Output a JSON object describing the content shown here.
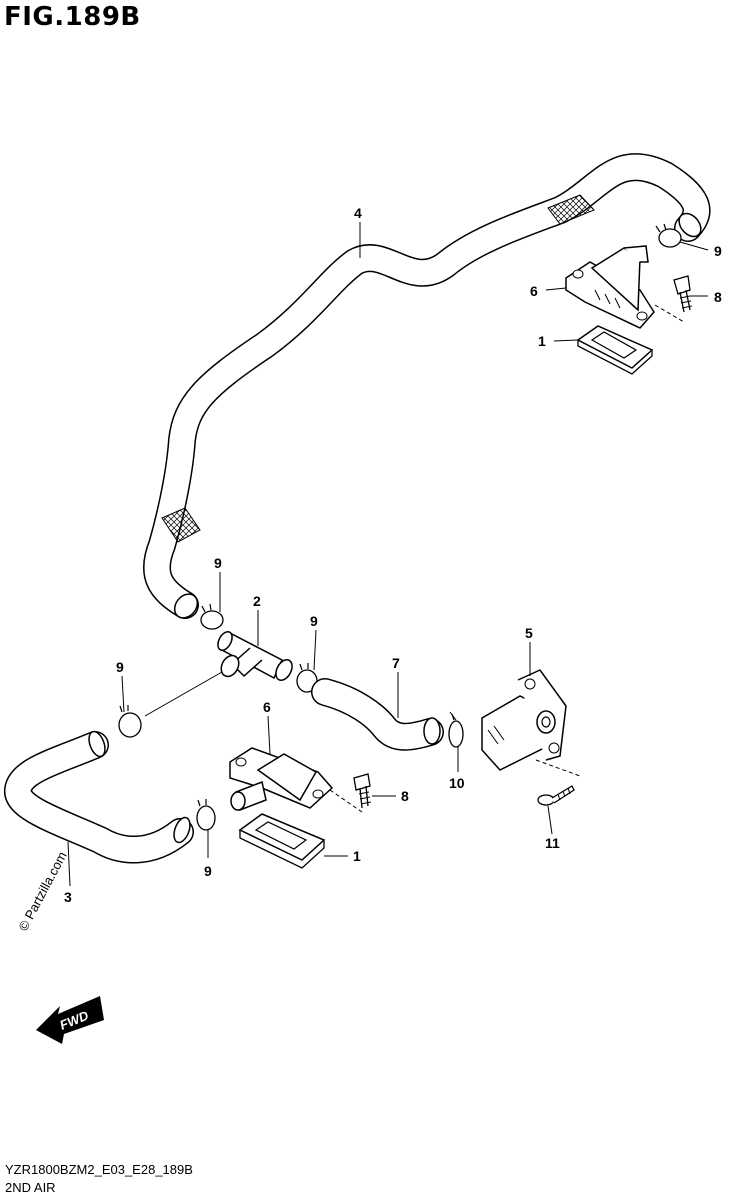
{
  "figure": {
    "title": "FIG.189B"
  },
  "footer": {
    "model_code": "YZR1800BZM2_E03_E28_189B",
    "section_name": "2ND AIR"
  },
  "watermark": "© Partzilla.com",
  "direction_marker": {
    "text": "FWD"
  },
  "callouts": {
    "hose_upper": "4",
    "clamp_upper_right": "9",
    "reed_valve_upper": "6",
    "bolt_upper": "8",
    "gasket_upper": "1",
    "clamp_mid_left": "9",
    "joint": "2",
    "clamp_mid_right": "9",
    "hose_mid": "7",
    "clamp_left": "9",
    "solenoid_valve": "5",
    "reed_valve_lower": "6",
    "bolt_lower": "8",
    "clamp_valve": "10",
    "hose_lower": "3",
    "clamp_lower": "9",
    "gasket_lower": "1",
    "screw": "11"
  }
}
